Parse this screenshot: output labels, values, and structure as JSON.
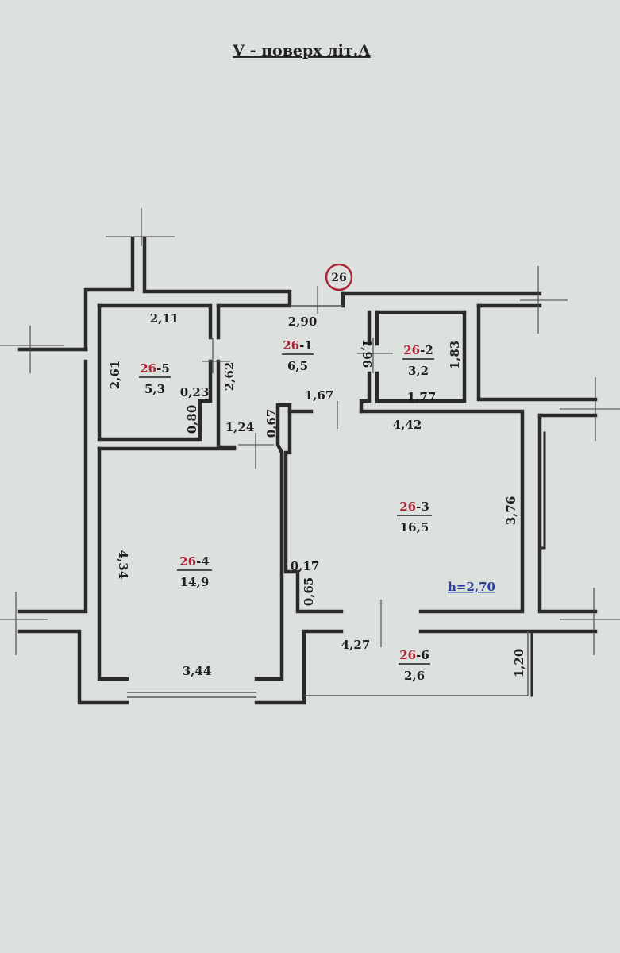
{
  "title": "V - поверх літ.А",
  "apartment_number": "26",
  "ceiling_height_label": "h=2,70",
  "rooms": [
    {
      "id": "26-1",
      "prefix": "26",
      "suffix": "-1",
      "area": "6,5"
    },
    {
      "id": "26-2",
      "prefix": "26",
      "suffix": "-2",
      "area": "3,2"
    },
    {
      "id": "26-3",
      "prefix": "26",
      "suffix": "-3",
      "area": "16,5"
    },
    {
      "id": "26-4",
      "prefix": "26",
      "suffix": "-4",
      "area": "14,9"
    },
    {
      "id": "26-5",
      "prefix": "26",
      "suffix": "-5",
      "area": "5,3"
    },
    {
      "id": "26-6",
      "prefix": "26",
      "suffix": "-6",
      "area": "2,6"
    }
  ],
  "dimensions": {
    "d_2_11": "2,11",
    "d_2_90": "2,90",
    "d_1_96": "1,96",
    "d_1_83": "1,83",
    "d_2_61": "2,61",
    "d_2_62": "2,62",
    "d_0_23": "0,23",
    "d_0_80": "0,80",
    "d_1_24": "1,24",
    "d_0_67": "0,67",
    "d_1_67": "1,67",
    "d_1_77": "1,77",
    "d_4_42": "4,42",
    "d_3_76": "3,76",
    "d_4_34": "4,34",
    "d_0_17": "0,17",
    "d_0_65": "0,65",
    "d_4_27": "4,27",
    "d_1_20": "1,20",
    "d_3_44": "3,44"
  }
}
